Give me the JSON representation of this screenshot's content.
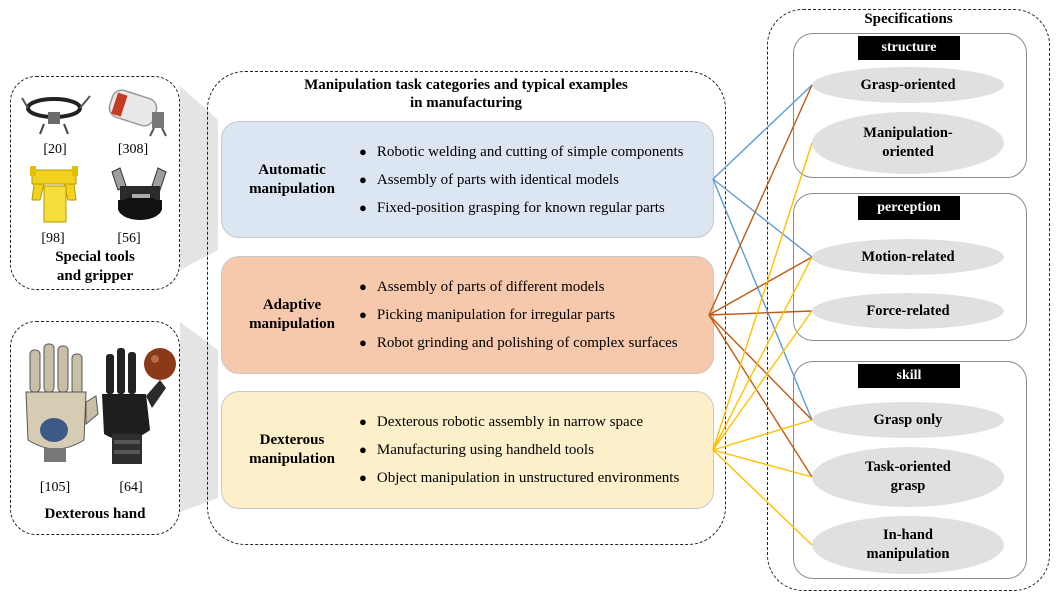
{
  "central": {
    "title_line1": "Manipulation task categories and typical examples",
    "title_line2": "in manufacturing",
    "categories": [
      {
        "label_line1": "Automatic",
        "label_line2": "manipulation",
        "color": "#dce5f2",
        "items": [
          "Robotic welding and cutting of simple components",
          "Assembly of parts with identical models",
          "Fixed-position grasping for known regular parts"
        ]
      },
      {
        "label_line1": "Adaptive",
        "label_line2": "manipulation",
        "color": "#f6c9ad",
        "items": [
          "Assembly of parts of different models",
          "Picking manipulation for irregular parts",
          "Robot grinding and polishing of complex surfaces"
        ]
      },
      {
        "label_line1": "Dexterous",
        "label_line2": "manipulation",
        "color": "#fdefc9",
        "items": [
          "Dexterous robotic assembly in narrow space",
          "Manufacturing using handheld tools",
          "Object manipulation in unstructured environments"
        ]
      }
    ]
  },
  "left": {
    "grippers": {
      "refs": [
        "[20]",
        "[308]",
        "[98]",
        "[56]"
      ],
      "label_line1": "Special tools",
      "label_line2": "and gripper"
    },
    "hands": {
      "refs": [
        "[105]",
        "[64]"
      ],
      "label": "Dexterous hand"
    }
  },
  "specs": {
    "title": "Specifications",
    "groups": [
      {
        "title": "structure",
        "items": [
          [
            "Grasp-oriented"
          ],
          [
            "Manipulation-",
            "oriented"
          ]
        ]
      },
      {
        "title": "perception",
        "items": [
          [
            "Motion-related"
          ],
          [
            "Force-related"
          ]
        ]
      },
      {
        "title": "skill",
        "items": [
          [
            "Grasp only"
          ],
          [
            "Task-oriented",
            "grasp"
          ],
          [
            "In-hand",
            "manipulation"
          ]
        ]
      }
    ]
  },
  "colors": {
    "automatic_link": "#5b9bd5",
    "adaptive_link": "#c05a11",
    "dexterous_link": "#ffc000"
  }
}
